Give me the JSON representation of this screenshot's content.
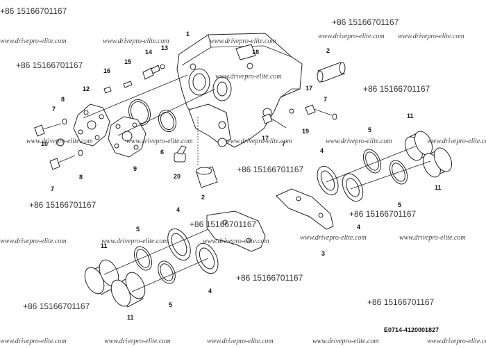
{
  "diagram": {
    "drawing_code": "E0714-4120001827",
    "callouts": [
      "1",
      "2",
      "2",
      "3",
      "4",
      "4",
      "4",
      "4",
      "5",
      "5",
      "5",
      "5",
      "6",
      "7",
      "7",
      "7",
      "7",
      "8",
      "8",
      "9",
      "10",
      "11",
      "11",
      "11",
      "11",
      "12",
      "13",
      "14",
      "15",
      "16",
      "17",
      "17",
      "18",
      "19",
      "20"
    ]
  },
  "watermarks": {
    "phone": "+86 15166701167",
    "site": "www.drivepro-elite.com"
  }
}
